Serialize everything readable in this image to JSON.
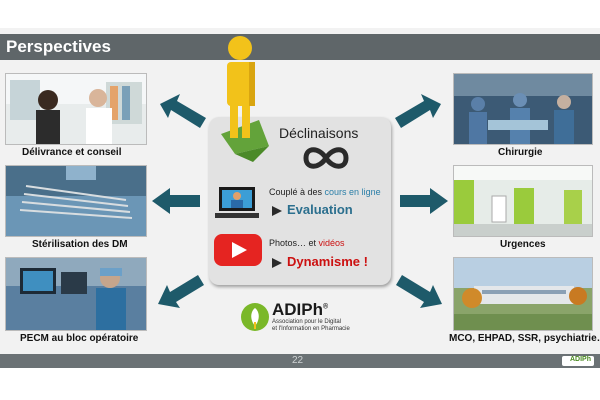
{
  "slide_title": "Perspectives",
  "page_number": "22",
  "center": {
    "title": "Déclinaisons",
    "line1_prefix": "Couplé à des ",
    "line1_highlight": "cours en ligne",
    "evaluation_label": "Evaluation",
    "line2_prefix": "Photos… et ",
    "line2_highlight": "vidéos",
    "dynamisme_label": "Dynamisme !"
  },
  "left_items": [
    {
      "caption": "Délivrance et conseil"
    },
    {
      "caption": "Stérilisation des DM"
    },
    {
      "caption": "PECM au bloc opératoire"
    }
  ],
  "right_items": [
    {
      "caption": "Chirurgie"
    },
    {
      "caption": "Urgences"
    },
    {
      "caption": "MCO, EHPAD, SSR, psychiatrie…"
    }
  ],
  "logo": {
    "name": "ADIPh",
    "reg": "®",
    "tagline1": "Association pour le Digital",
    "tagline2": "et l'Information en Pharmacie"
  },
  "corner_logo": "ADIPh",
  "colors": {
    "arrow": "#1e5a6a",
    "title_bar": "#5f6669",
    "accent_blue": "#2b7fa8",
    "accent_red": "#cc1111",
    "pin_yellow": "#f2c21a",
    "pin_green": "#63a33a"
  }
}
